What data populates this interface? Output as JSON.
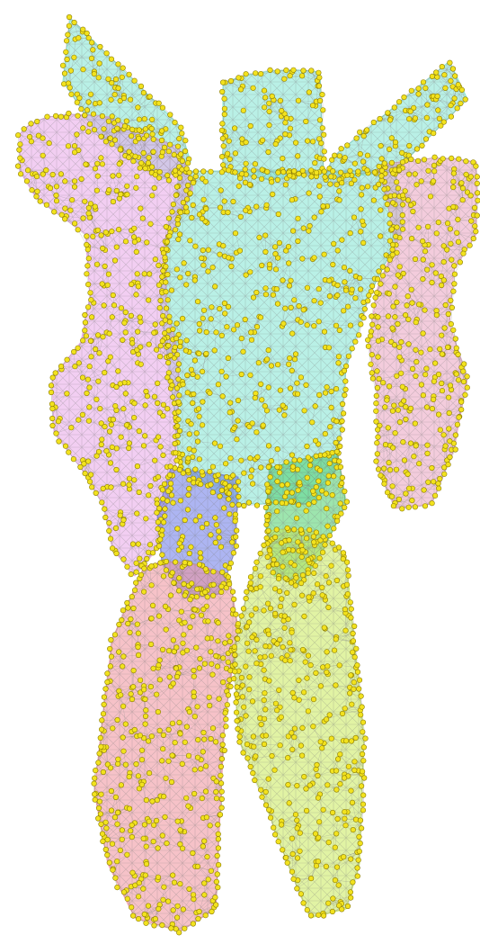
{
  "scene": {
    "subject": "",
    "regions": [
      {
        "name": "head",
        "color": "#7fe3d2"
      },
      {
        "name": "left-wing",
        "color": "#7fe3d2"
      },
      {
        "name": "right-wing",
        "color": "#7fe3d2"
      },
      {
        "name": "torso",
        "color": "#7fe3d2"
      },
      {
        "name": "left-arm",
        "color": "#e7a6e8"
      },
      {
        "name": "right-arm",
        "color": "#e9a2c0"
      },
      {
        "name": "pelvis-left",
        "color": "#6a78e8"
      },
      {
        "name": "pelvis-right",
        "color": "#4ccf6c"
      },
      {
        "name": "left-leg",
        "color": "#ef8f9a"
      },
      {
        "name": "right-leg",
        "color": "#c8ea5a"
      }
    ],
    "node_color": "#f2e21e",
    "node_stroke": "#8a7a00",
    "edge_color": "#8f8f8f"
  }
}
